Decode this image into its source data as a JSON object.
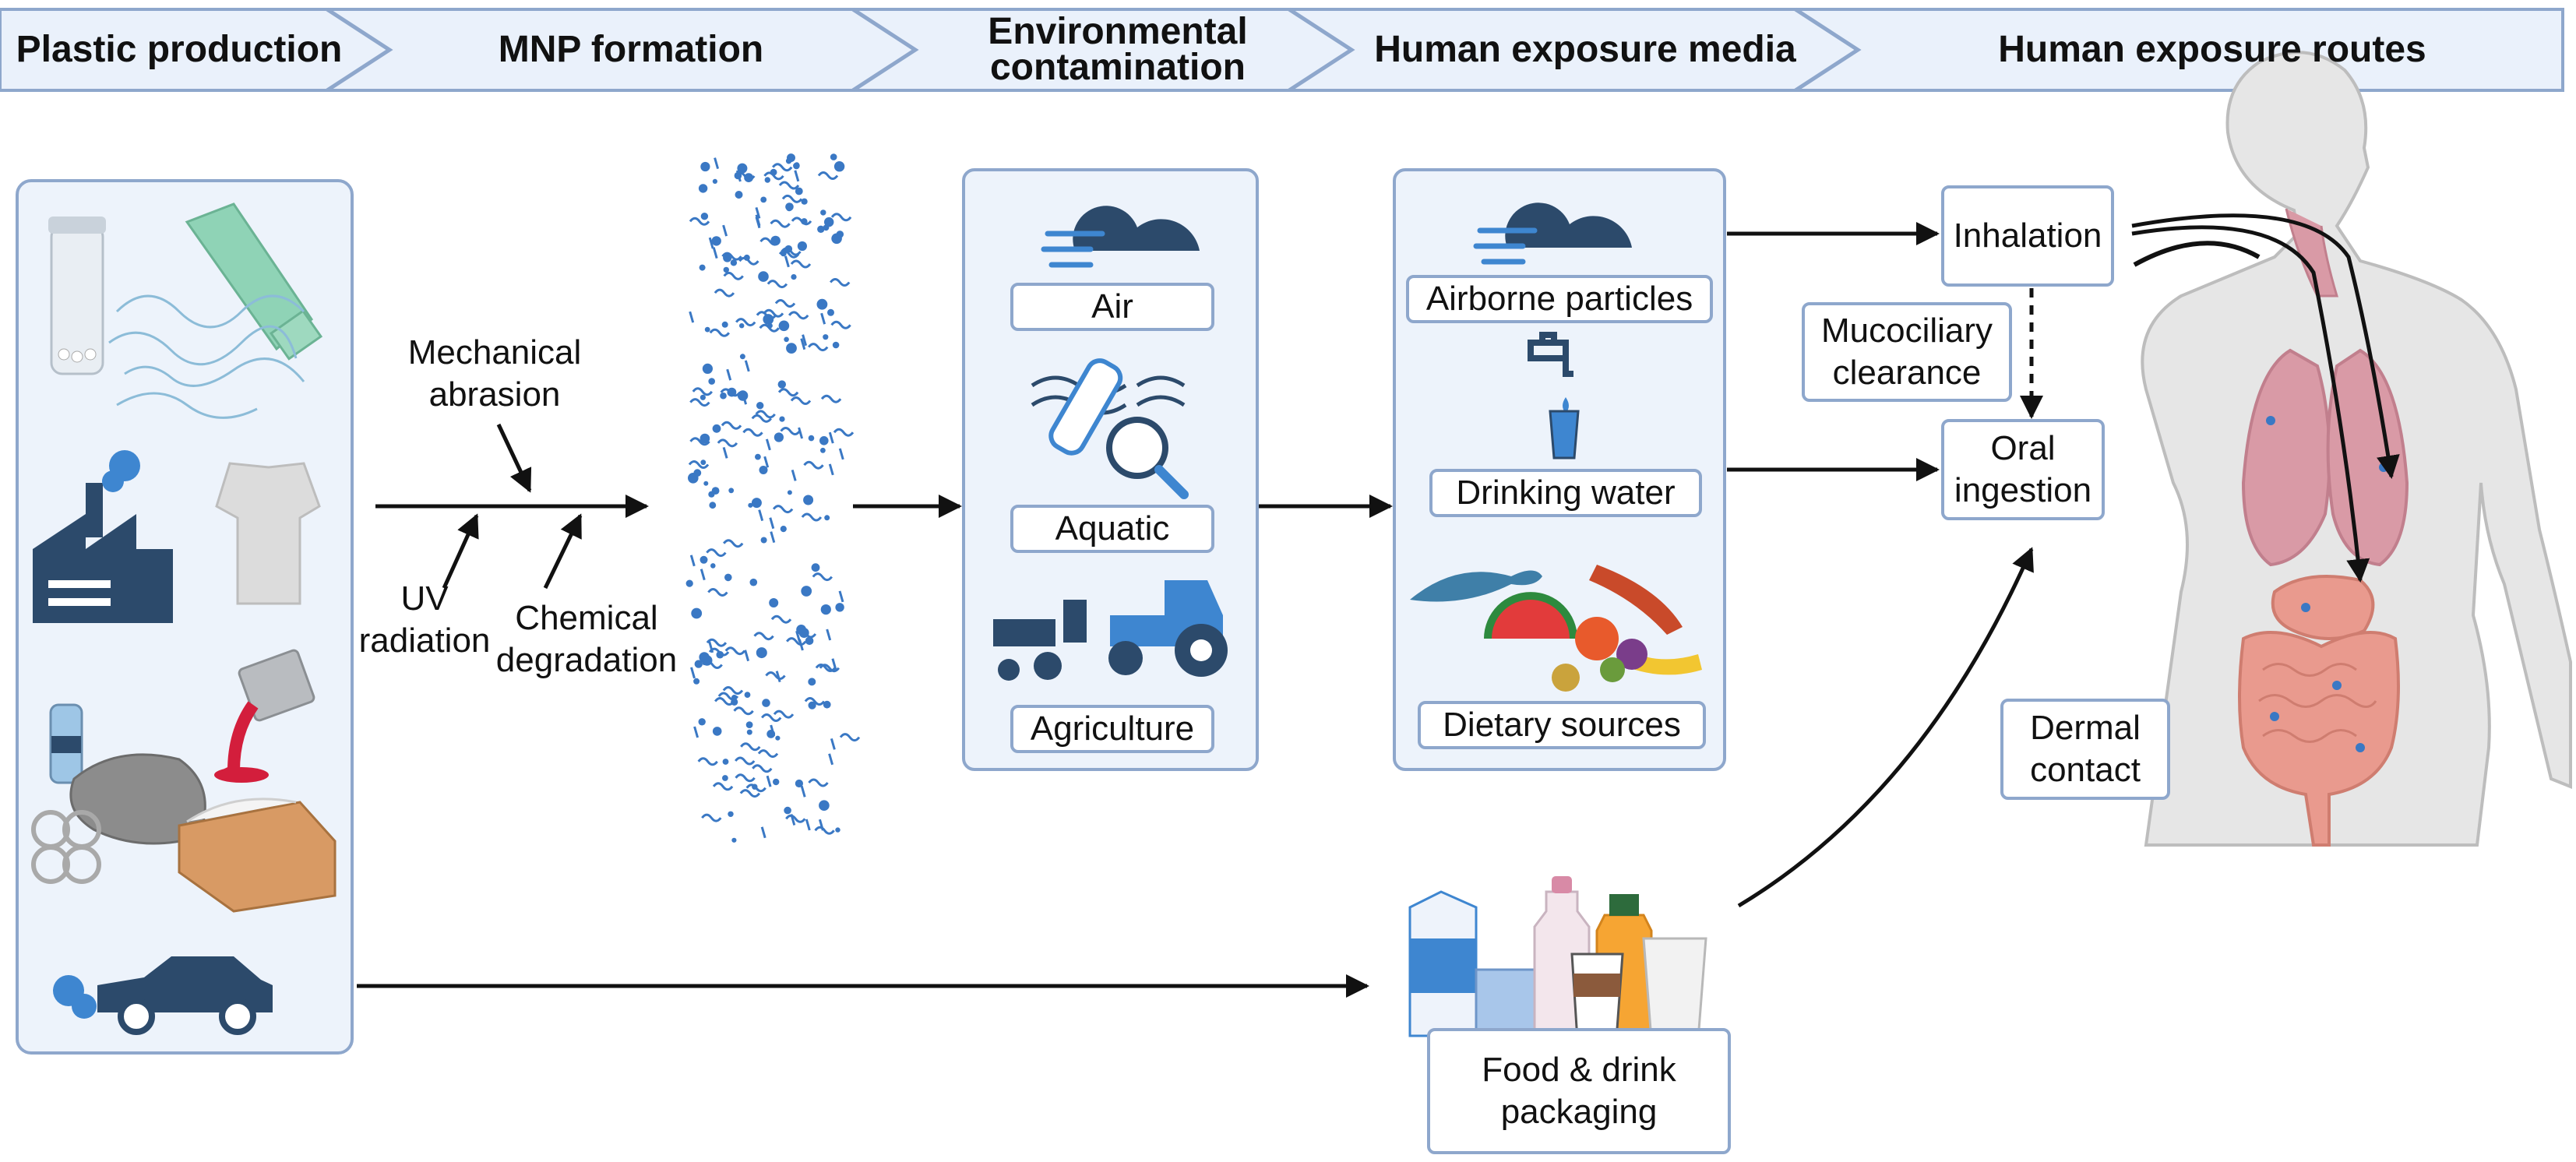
{
  "header": {
    "stages": [
      "Plastic production",
      "MNP formation",
      "Environmental contamination",
      "Human exposure media",
      "Human exposure routes"
    ]
  },
  "formation": {
    "mechanical": "Mechanical abrasion",
    "uv": "UV radiation",
    "chemical": "Chemical degradation"
  },
  "environment": {
    "air": "Air",
    "aquatic": "Aquatic",
    "agriculture": "Agriculture"
  },
  "media": {
    "airborne": "Airborne particles",
    "drinking": "Drinking water",
    "dietary": "Dietary sources",
    "packaging": "Food & drink packaging"
  },
  "routes": {
    "inhalation": "Inhalation",
    "mucociliary": "Mucociliary clearance",
    "oral": "Oral ingestion",
    "dermal": "Dermal contact"
  },
  "colors": {
    "panel_fill": "#edf3fb",
    "panel_border": "#8ea7cc",
    "dark_navy": "#2c4a6b",
    "particle_blue": "#3a78c4",
    "body_gray": "#e6e6e6",
    "lung_pink": "#d99aa6",
    "gut_salmon": "#e99a8e"
  }
}
